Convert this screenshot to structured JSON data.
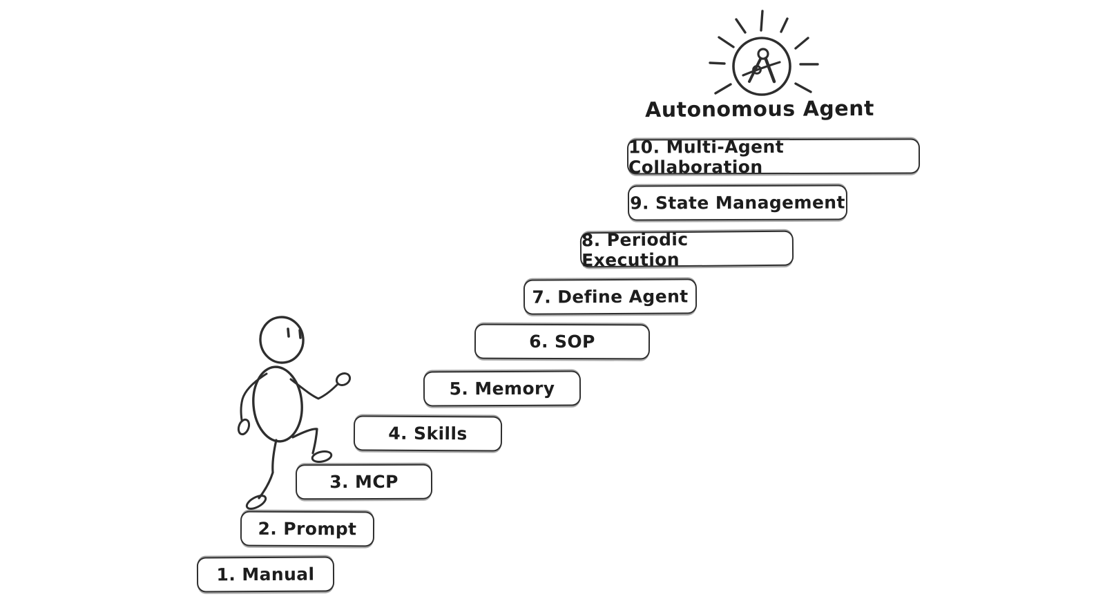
{
  "diagram": {
    "title": "Autonomous Agent",
    "icon": "compass-burst-icon",
    "figure": "stick-figure-climbing-stairs",
    "steps": [
      {
        "number": 1,
        "label": "1. Manual"
      },
      {
        "number": 2,
        "label": "2. Prompt"
      },
      {
        "number": 3,
        "label": "3. MCP"
      },
      {
        "number": 4,
        "label": "4. Skills"
      },
      {
        "number": 5,
        "label": "5. Memory"
      },
      {
        "number": 6,
        "label": "6. SOP"
      },
      {
        "number": 7,
        "label": "7. Define Agent"
      },
      {
        "number": 8,
        "label": "8. Periodic Execution"
      },
      {
        "number": 9,
        "label": "9. State Management"
      },
      {
        "number": 10,
        "label": "10. Multi-Agent Collaboration"
      }
    ],
    "colors": {
      "ink": "#2e2e2e",
      "text": "#1d1d1d",
      "background": "#ffffff"
    }
  }
}
